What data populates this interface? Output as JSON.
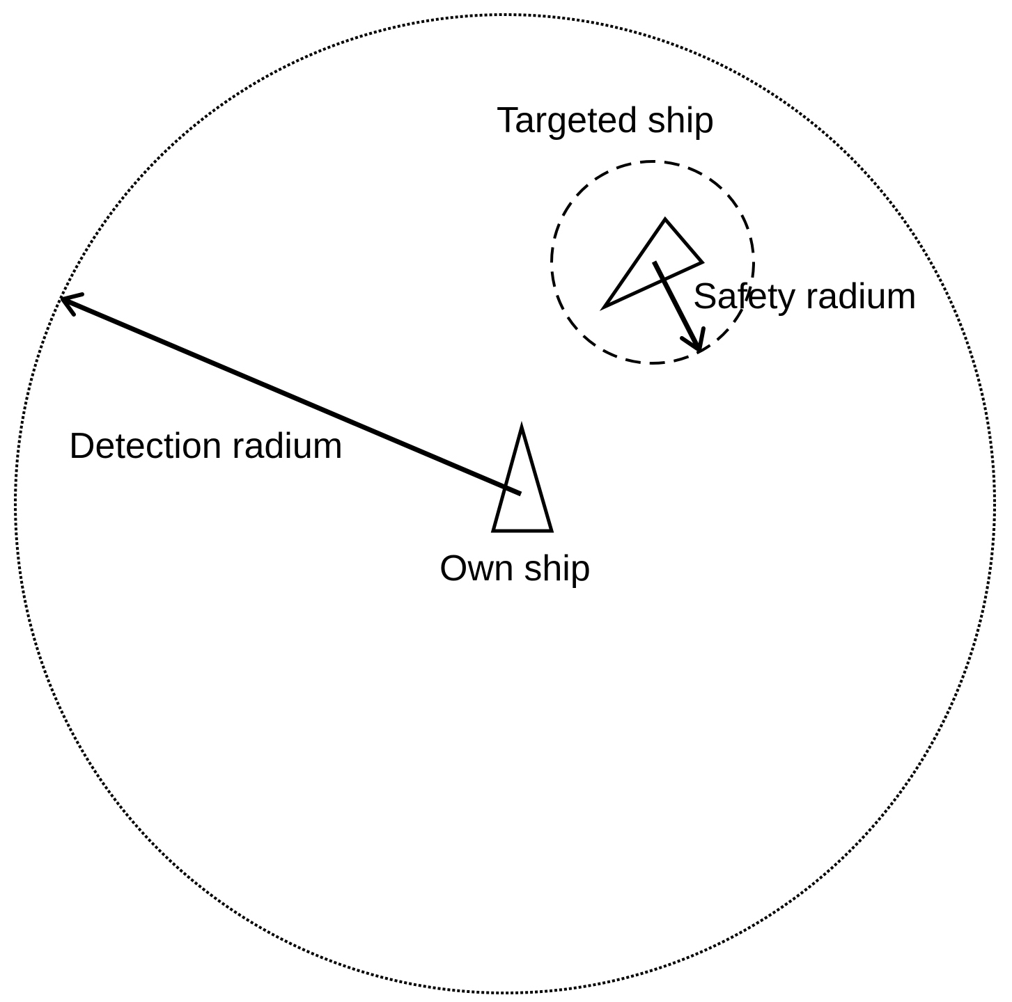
{
  "labels": {
    "targeted_ship": "Targeted ship",
    "safety_radius": "Safety radium",
    "detection_radius": "Detection radium",
    "own_ship": "Own ship"
  },
  "colors": {
    "stroke": "#000000",
    "background": "#ffffff"
  }
}
